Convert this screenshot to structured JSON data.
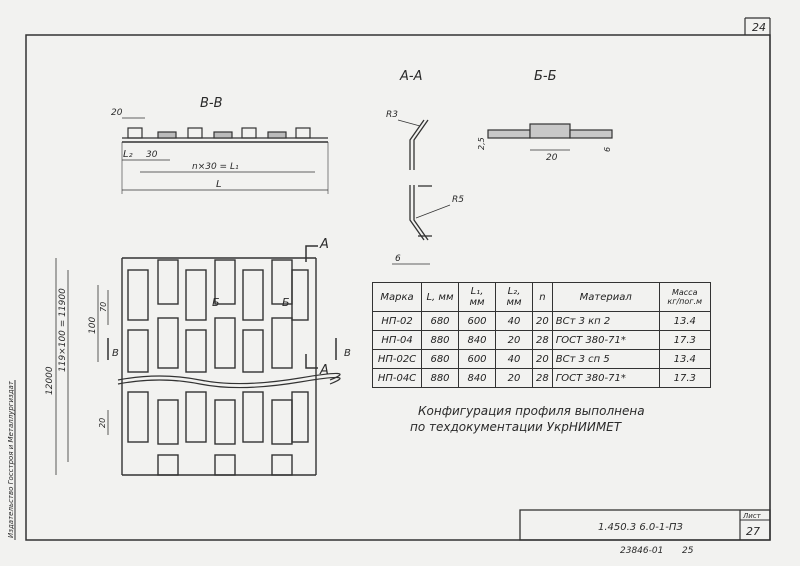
{
  "sheet": {
    "page_number": "24",
    "sheet_label": "Лист",
    "sheet_number": "27",
    "doc_code": "1.450.3   6.0-1-ПЗ",
    "archive_number": "23846-01",
    "archive_page": "25",
    "side_stamp": "Издательство Госстроя и Металлургиздат"
  },
  "views": {
    "vv_title": "В-В",
    "aa_title": "А-А",
    "bb_title": "Б-Б",
    "cut_a": "А",
    "cut_b": "Б",
    "cut_v": "В"
  },
  "dims": {
    "d20": "20",
    "l2": "L₂",
    "d30": "30",
    "n30": "n×30 = L₁",
    "L": "L",
    "R3": "R3",
    "R5": "R5",
    "d6": "6",
    "d2_5": "2,5",
    "bb20": "20",
    "bb6": "6",
    "h12000": "12000",
    "h119": "119×100 = 11900",
    "h100": "100",
    "h70": "70",
    "d20_lower": "20"
  },
  "table": {
    "headers": [
      "Марка",
      "L, мм",
      "L₁, мм",
      "L₂, мм",
      "n",
      "Материал"
    ],
    "mass_header": [
      "Масса",
      "кг/пог.м"
    ],
    "rows": [
      {
        "mark": "НП-02",
        "L": "680",
        "L1": "600",
        "L2": "40",
        "n": "20",
        "material": "ВСт 3 кп 2",
        "mass": "13.4"
      },
      {
        "mark": "НП-04",
        "L": "880",
        "L1": "840",
        "L2": "20",
        "n": "28",
        "material": "ГОСТ 380-71*",
        "mass": "17.3"
      },
      {
        "mark": "НП-02С",
        "L": "680",
        "L1": "600",
        "L2": "40",
        "n": "20",
        "material": "ВСт 3 сп 5",
        "mass": "13.4"
      },
      {
        "mark": "НП-04С",
        "L": "880",
        "L1": "840",
        "L2": "20",
        "n": "28",
        "material": "ГОСТ 380-71*",
        "mass": "17.3"
      }
    ]
  },
  "note": {
    "line1": "Конфигурация профиля выполнена",
    "line2": "по техдокументации УкрНИИМЕТ"
  }
}
